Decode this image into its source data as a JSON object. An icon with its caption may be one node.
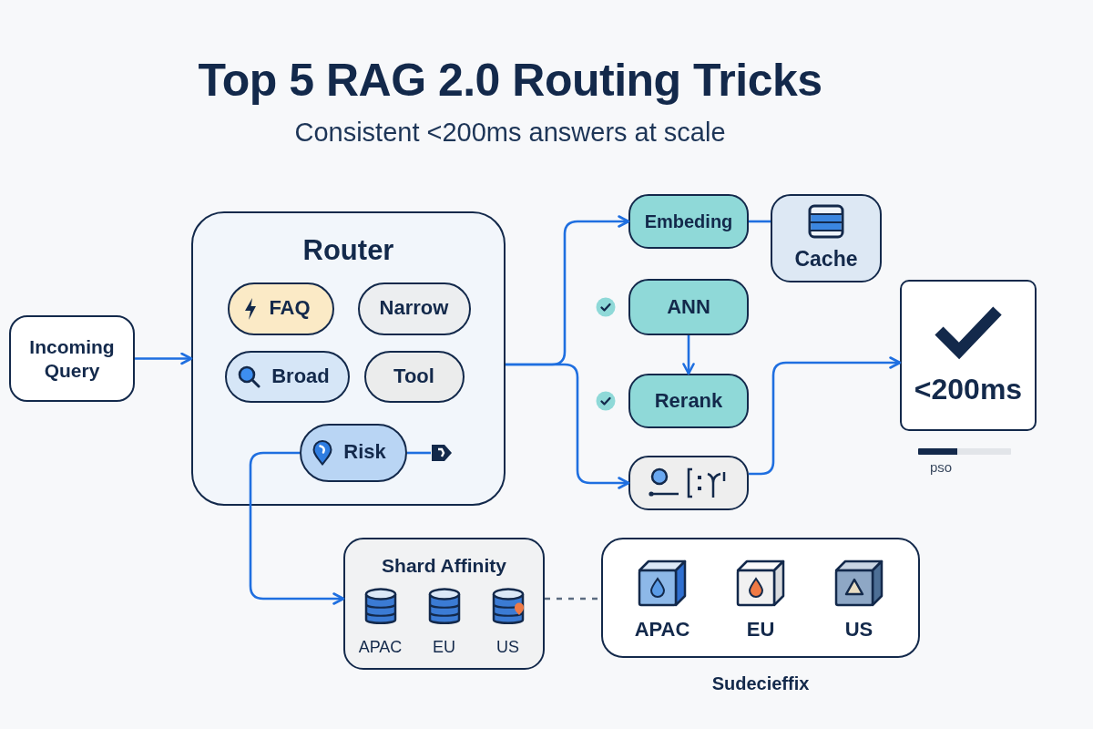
{
  "diagram": {
    "title": "Top 5 RAG 2.0 Routing Tricks",
    "nodes": [
      {
        "text": [
          "Incoming Query"
        ]
      },
      {
        "text": [
          "Router"
        ]
      },
      {
        "text": [
          "FAQ"
        ],
        "in": 1
      },
      {
        "text": [
          "Narrow"
        ],
        "in": 1
      },
      {
        "text": [
          "Broad"
        ],
        "in": 1
      },
      {
        "text": [
          "Tool"
        ],
        "in": 1
      },
      {
        "text": [
          "Risk"
        ],
        "in": 1
      },
      {
        "text": [
          "Embeding"
        ]
      },
      {
        "text": [
          "Cache"
        ]
      },
      {
        "text": [
          "ANN"
        ]
      },
      {
        "text": [
          "Rerank"
        ]
      },
      {
        "text": [],
        "shape": "box"
      },
      {
        "text": [
          "<200ms"
        ]
      },
      {
        "text": [
          "Shard Affinity",
          "APAC",
          "EU",
          "US"
        ]
      },
      {
        "text": [
          "APAC",
          "EU",
          "US"
        ],
        "beside": [
          "Sudecieffix"
        ]
      },
      {
        "text": [],
        "shape": "tag",
        "in": 1
      }
    ],
    "edges": [
      {
        "from": 0,
        "to": 1,
        "arrow": "to"
      },
      {
        "from": 1,
        "to": 7,
        "arrow": "to"
      },
      {
        "from": 1,
        "to": 11,
        "arrow": "to"
      },
      {
        "from": 9,
        "to": 10,
        "arrow": "to"
      },
      {
        "from": 7,
        "to": 8,
        "arrow": "none"
      },
      {
        "from": 11,
        "to": 12,
        "arrow": "to"
      },
      {
        "from": 6,
        "to": 15,
        "arrow": "none"
      },
      {
        "from": 6,
        "to": 13,
        "arrow": "to"
      },
      {
        "from": 13,
        "to": 14,
        "arrow": "none",
        "style": "dashed",
        "color": "#5b6b80"
      }
    ],
    "labels": [
      "Consistent <200ms answers at scale",
      "pso"
    ]
  }
}
